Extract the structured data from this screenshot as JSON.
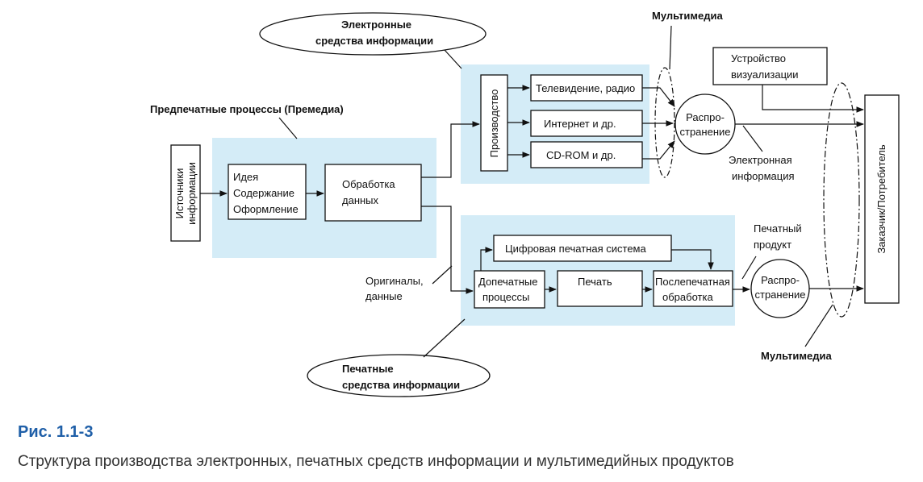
{
  "labels": {
    "electronic_media": [
      "Электронные",
      "средства информации"
    ],
    "print_media": [
      "Печатные",
      "средства информации"
    ],
    "multimedia_top": "Мультимедиа",
    "multimedia_bottom": "Мультимедиа",
    "premedia": "Предпечатные процессы (Премедиа)",
    "originals": [
      "Оригиналы,",
      "данные"
    ],
    "electronic_info": [
      "Электронная",
      "информация"
    ],
    "print_product": [
      "Печатный",
      "продукт"
    ]
  },
  "boxes": {
    "sources": [
      "Источники",
      "информации"
    ],
    "idea": [
      "Идея",
      "Содержание",
      "Оформление"
    ],
    "processing": [
      "Обработка",
      "данных"
    ],
    "production": "Производство",
    "tv_radio": "Телевидение, радио",
    "internet": "Интернет и др.",
    "cdrom": "CD-ROM и др.",
    "distribution_top": [
      "Распро-",
      "странение"
    ],
    "display_device": [
      "Устройство",
      "визуализации"
    ],
    "customer": "Заказчик/Потребитель",
    "digital_print": "Цифровая печатная система",
    "prepress": [
      "Допечатные",
      "процессы"
    ],
    "printing": "Печать",
    "postpress": [
      "Послепечатная",
      "обработка"
    ],
    "distribution_bottom": [
      "Распро-",
      "странение"
    ]
  },
  "caption": {
    "title": "Рис. 1.1-3",
    "text": "Структура производства электронных, печатных средств информации и мультимедийных продуктов"
  },
  "colors": {
    "panel": "#d4ecf7",
    "caption_title": "#1f5fa8"
  }
}
